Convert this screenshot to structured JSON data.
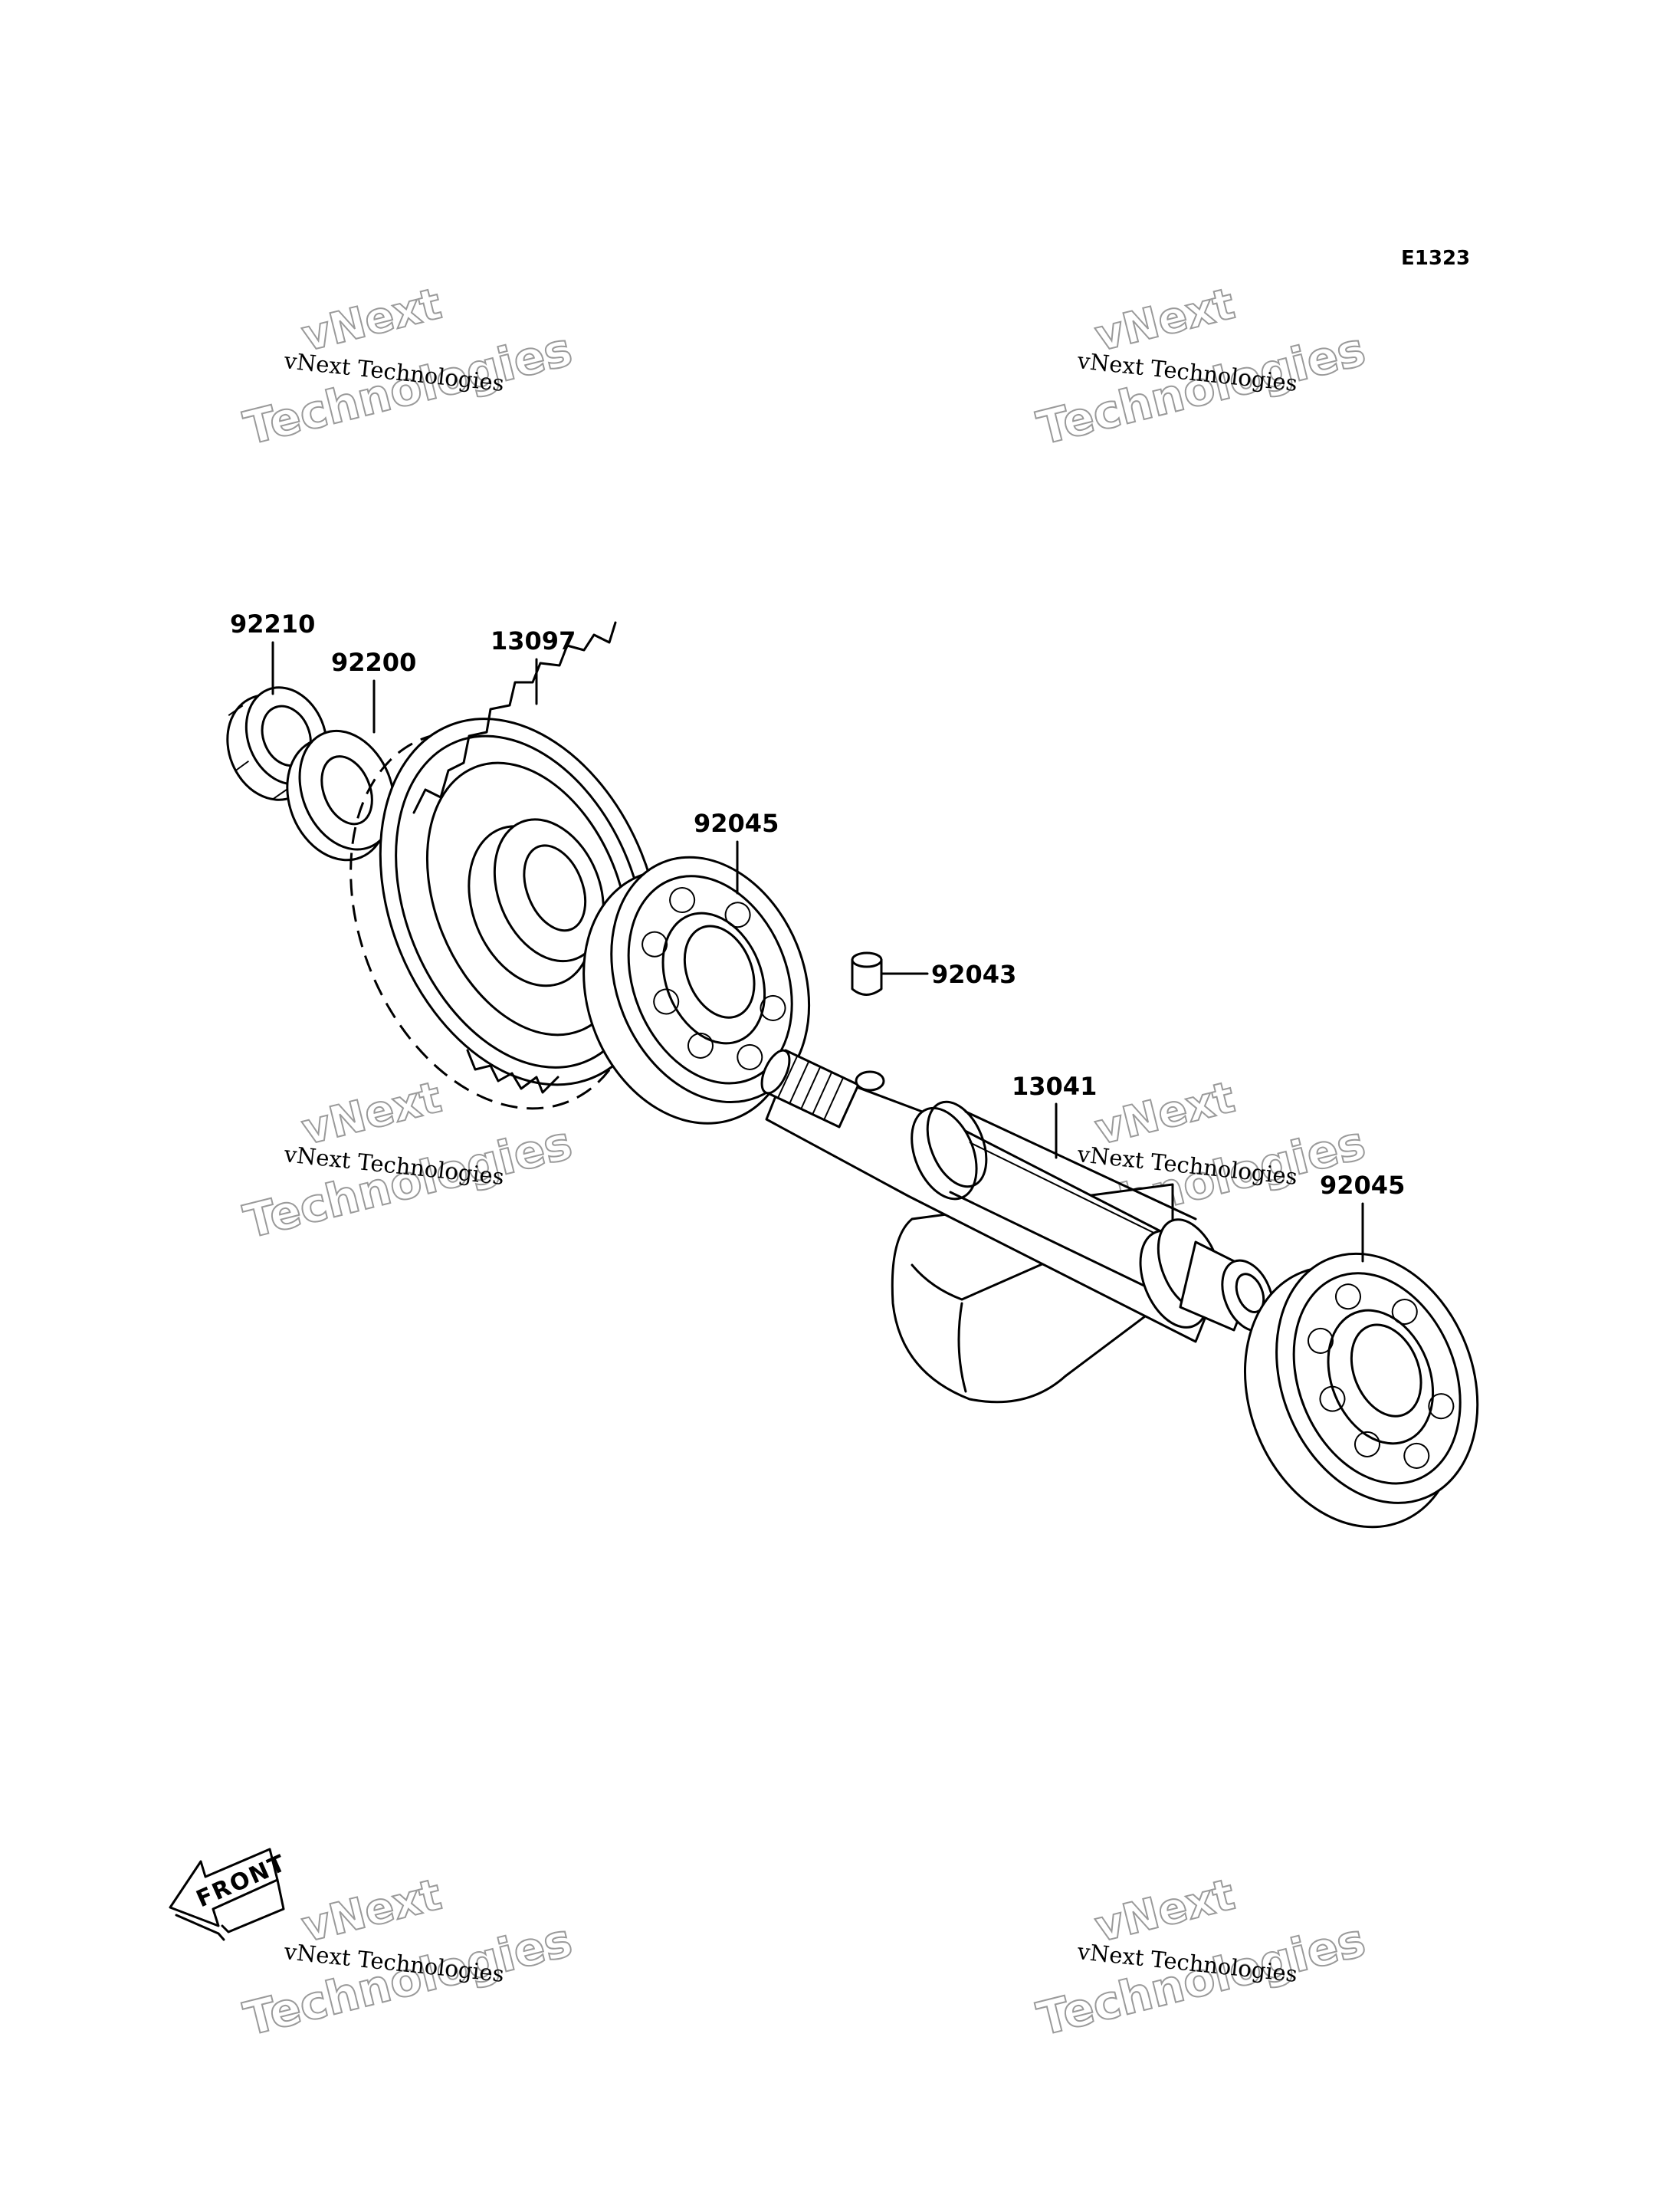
{
  "diagram": {
    "code": "E1323",
    "front_label": "FRONT",
    "watermark": {
      "line_small": "vNext Technologies",
      "line_big_1": "vNext",
      "line_big_2": "Technologies"
    },
    "parts": [
      {
        "id": "nut",
        "number": "92210"
      },
      {
        "id": "washer",
        "number": "92200"
      },
      {
        "id": "gear",
        "number": "13097"
      },
      {
        "id": "bearing-upper",
        "number": "92045"
      },
      {
        "id": "pin",
        "number": "92043"
      },
      {
        "id": "balancer-shaft",
        "number": "13041"
      },
      {
        "id": "bearing-lower",
        "number": "92045"
      }
    ]
  }
}
